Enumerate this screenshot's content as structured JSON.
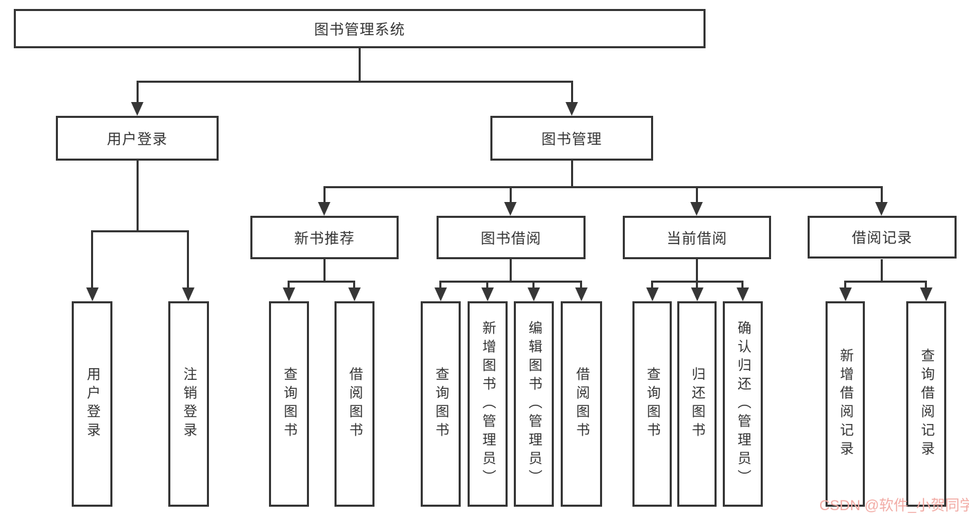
{
  "diagram": {
    "title": "图书管理系统",
    "tree": {
      "root": {
        "label": "图书管理系统"
      },
      "branches": [
        {
          "label": "用户登录",
          "children": [
            {
              "label": "用户登录"
            },
            {
              "label": "注销登录"
            }
          ]
        },
        {
          "label": "图书管理",
          "children": [
            {
              "label": "新书推荐",
              "children": [
                {
                  "label": "查询图书"
                },
                {
                  "label": "借阅图书"
                }
              ]
            },
            {
              "label": "图书借阅",
              "children": [
                {
                  "label": "查询图书"
                },
                {
                  "label": "新增图书（管理员）"
                },
                {
                  "label": "编辑图书（管理员）"
                },
                {
                  "label": "借阅图书"
                }
              ]
            },
            {
              "label": "当前借阅",
              "children": [
                {
                  "label": "查询图书"
                },
                {
                  "label": "归还图书"
                },
                {
                  "label": "确认归还（管理员）"
                }
              ]
            },
            {
              "label": "借阅记录",
              "children": [
                {
                  "label": "新增借阅记录"
                },
                {
                  "label": "查询借阅记录"
                }
              ]
            }
          ]
        }
      ]
    },
    "watermark": "CSDN @软件_小贺同学",
    "colors": {
      "line": "#363636",
      "text": "#333333",
      "background": "#ffffff",
      "watermark": "#f2aba5"
    }
  }
}
